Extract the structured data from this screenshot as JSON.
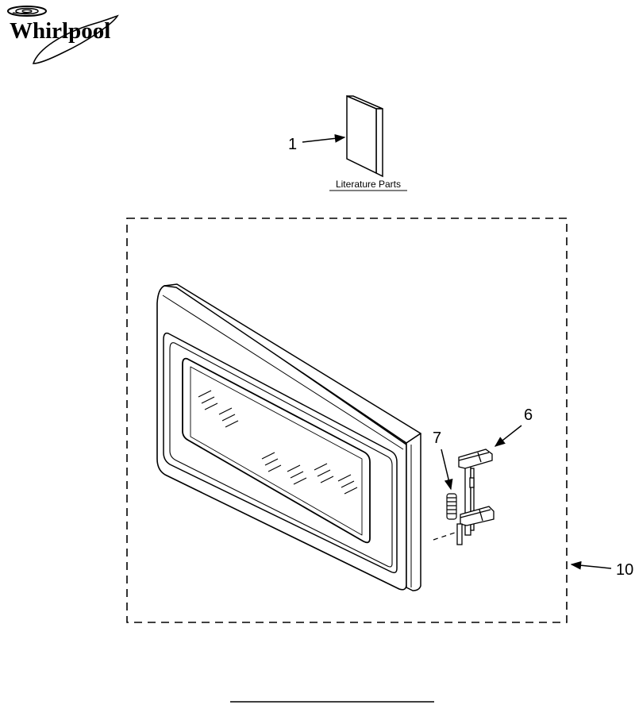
{
  "brand": {
    "name": "Whirlpool",
    "logo_icon": "whirlpool-swirl-icon"
  },
  "literature": {
    "label": "Literature Parts"
  },
  "callouts": {
    "literature_booklet": "1",
    "latch_assembly": "6",
    "latch_spring": "7",
    "door_assembly": "10"
  },
  "colors": {
    "ink": "#000000",
    "background": "#ffffff"
  }
}
